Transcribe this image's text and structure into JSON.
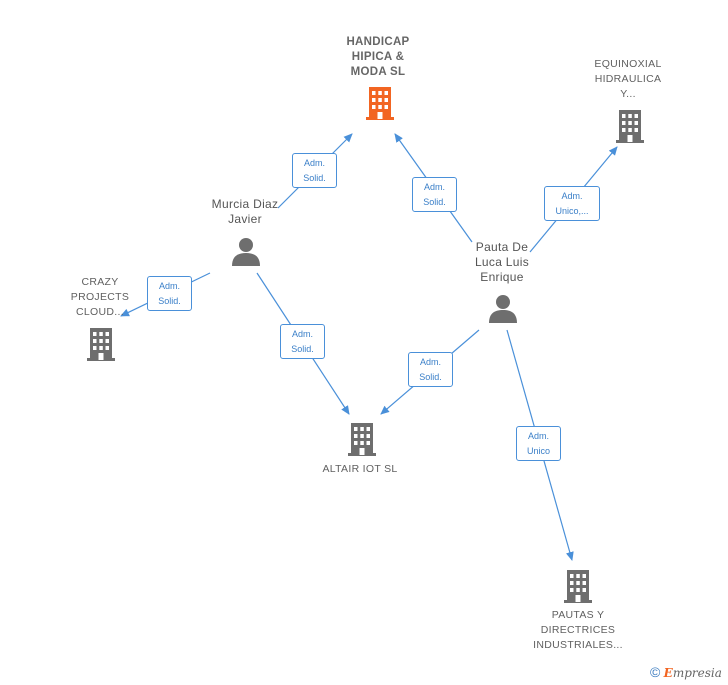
{
  "nodes": {
    "handicap": {
      "label_lines": [
        "HANDICAP",
        "HIPICA &",
        "MODA  SL"
      ],
      "type": "company",
      "highlight": true
    },
    "equinoxial": {
      "label_lines": [
        "EQUINOXIAL",
        "HIDRAULICA",
        "Y..."
      ],
      "type": "company"
    },
    "crazy": {
      "label_lines": [
        "CRAZY",
        "PROJECTS",
        "CLOUD..."
      ],
      "type": "company"
    },
    "altair": {
      "label_lines": [
        "ALTAIR IOT  SL"
      ],
      "type": "company"
    },
    "pautas": {
      "label_lines": [
        "PAUTAS Y",
        "DIRECTRICES",
        "INDUSTRIALES..."
      ],
      "type": "company"
    },
    "murcia": {
      "label_lines": [
        "Murcia Diaz",
        "Javier"
      ],
      "type": "person"
    },
    "pauta": {
      "label_lines": [
        "Pauta De",
        "Luca Luis",
        "Enrique"
      ],
      "type": "person"
    }
  },
  "edges": [
    {
      "from": "murcia",
      "to": "handicap",
      "label_lines": [
        "Adm.",
        "Solid."
      ]
    },
    {
      "from": "pauta",
      "to": "handicap",
      "label_lines": [
        "Adm.",
        "Solid."
      ]
    },
    {
      "from": "pauta",
      "to": "equinoxial",
      "label_lines": [
        "Adm.",
        "Unico,..."
      ]
    },
    {
      "from": "murcia",
      "to": "crazy",
      "label_lines": [
        "Adm.",
        "Solid."
      ]
    },
    {
      "from": "murcia",
      "to": "altair",
      "label_lines": [
        "Adm.",
        "Solid."
      ]
    },
    {
      "from": "pauta",
      "to": "altair",
      "label_lines": [
        "Adm.",
        "Solid."
      ]
    },
    {
      "from": "pauta",
      "to": "pautas",
      "label_lines": [
        "Adm.",
        "Unico"
      ]
    }
  ],
  "colors": {
    "company": "#6e6e6e",
    "highlight": "#f26522",
    "person": "#6e6e6e",
    "edge": "#4a90d9"
  },
  "footer": {
    "copyright_symbol": "©",
    "brand_first": "E",
    "brand_rest": "mpresia"
  }
}
